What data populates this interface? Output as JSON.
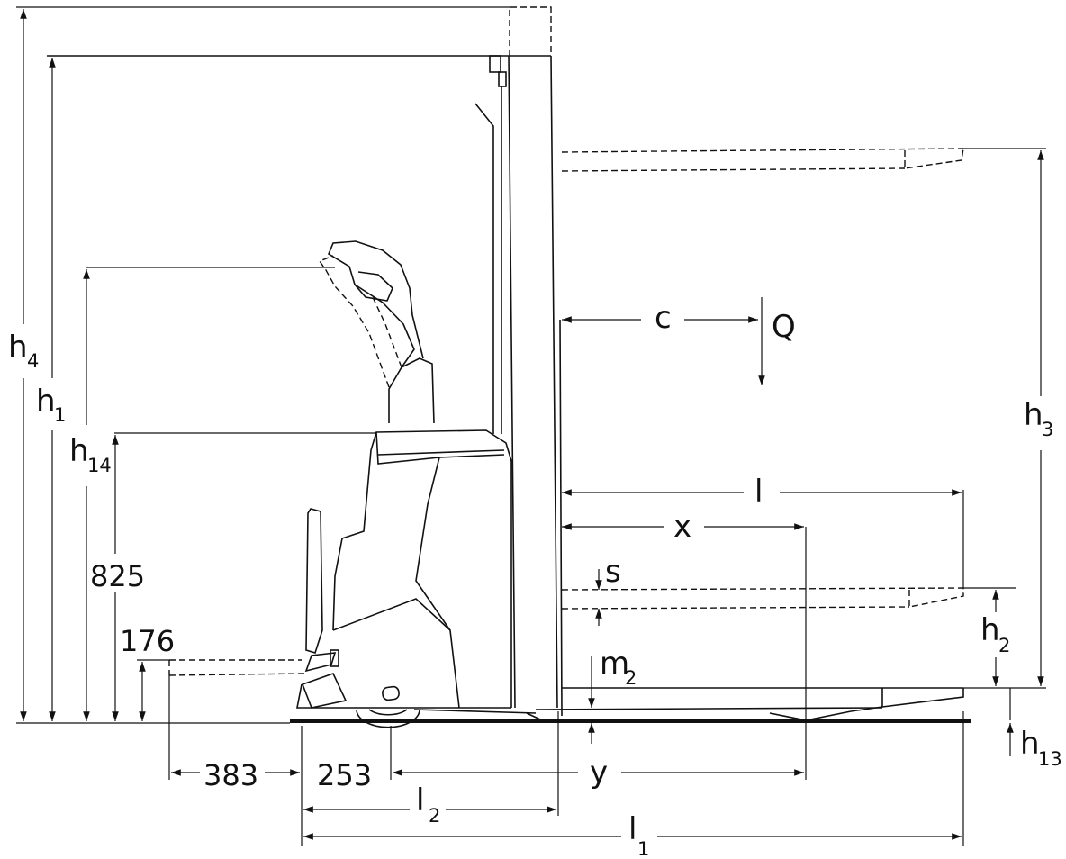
{
  "labels": {
    "h4": {
      "main": "h",
      "sub": "4"
    },
    "h1": {
      "main": "h",
      "sub": "1"
    },
    "h14": {
      "main": "h",
      "sub": "14"
    },
    "h3": {
      "main": "h",
      "sub": "3"
    },
    "h2": {
      "main": "h",
      "sub": "2"
    },
    "h13": {
      "main": "h",
      "sub": "13"
    },
    "m2": {
      "main": "m",
      "sub": "2"
    },
    "l2": {
      "main": "l",
      "sub": "2"
    },
    "l1": {
      "main": "l",
      "sub": "1"
    },
    "c": "c",
    "Q": "Q",
    "l": "l",
    "x": "x",
    "s": "s",
    "y": "y"
  },
  "dimensions": {
    "d825": "825",
    "d176": "176",
    "d383": "383",
    "d253": "253"
  }
}
